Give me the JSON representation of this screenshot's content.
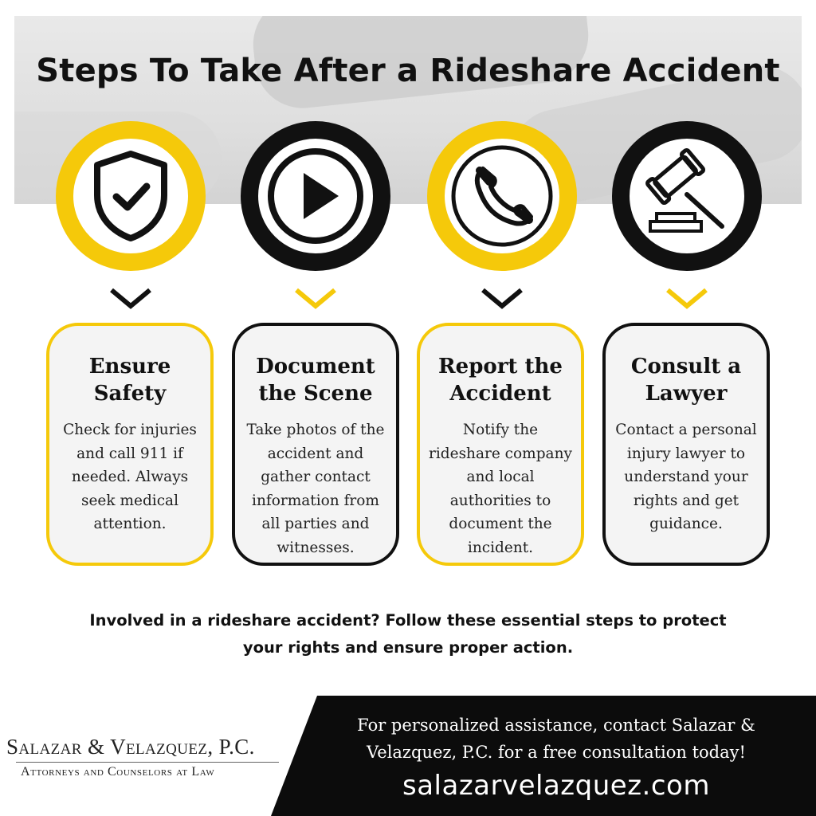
{
  "title": "Steps To Take After a Rideshare Accident",
  "colors": {
    "accent": "#f5c90a",
    "dark": "#111111",
    "card_bg": "#f4f4f4"
  },
  "steps": [
    {
      "icon": "shield-check-icon",
      "title": "Ensure\nSafety",
      "description": "Check for injuries and call 911 if needed. Always seek medical attention.",
      "ring_color": "yellow",
      "chevron_color": "black"
    },
    {
      "icon": "play-button-icon",
      "title": "Document\nthe Scene",
      "description": "Take photos of the accident and gather contact information from all parties and witnesses.",
      "ring_color": "black",
      "chevron_color": "yellow"
    },
    {
      "icon": "phone-icon",
      "title": "Report the\nAccident",
      "description": "Notify the rideshare company and local authorities to document the incident.",
      "ring_color": "yellow",
      "chevron_color": "black"
    },
    {
      "icon": "gavel-icon",
      "title": "Consult a\nLawyer",
      "description": "Contact a personal injury lawyer to understand your rights and get guidance.",
      "ring_color": "black",
      "chevron_color": "yellow"
    }
  ],
  "tagline": "Involved in a rideshare accident? Follow these essential steps to protect your rights and ensure proper action.",
  "logo": {
    "name": "Salazar & Velazquez, P.C.",
    "subtitle": "Attorneys and Counselors at Law"
  },
  "cta": {
    "text": "For personalized assistance, contact Salazar & Velazquez, P.C. for a free consultation today!",
    "url": "salazarvelazquez.com"
  }
}
